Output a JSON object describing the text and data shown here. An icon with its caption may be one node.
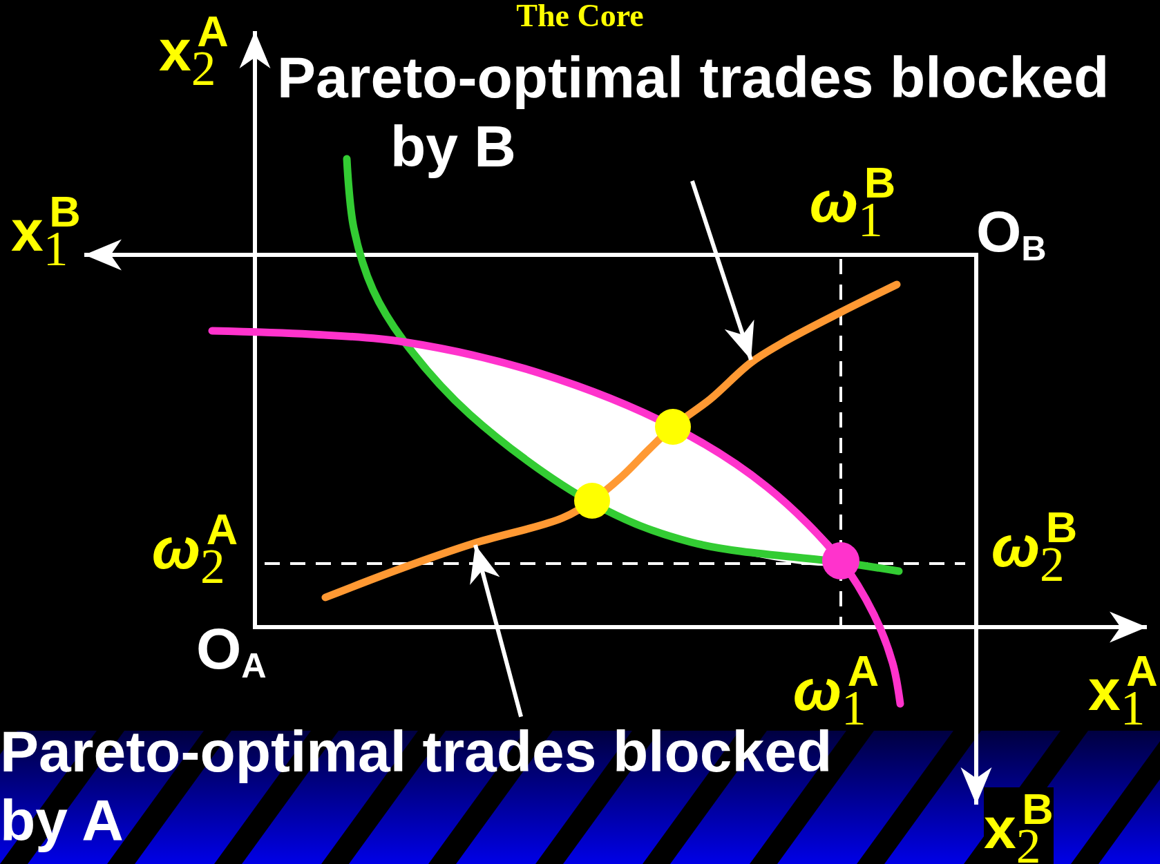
{
  "diagram": {
    "title": "The Core",
    "nodes": [
      {
        "text": [
          "Pareto-optimal trades blocked by B"
        ]
      },
      {
        "text": [
          "Pareto-optimal trades blocked by A"
        ]
      }
    ],
    "edges": [
      {
        "from": 0,
        "to": null,
        "arrow": "to"
      },
      {
        "from": 1,
        "to": null,
        "arrow": "to"
      }
    ],
    "labels": [
      "x$_{2}$$^{A}$",
      "x$_{1}$$^{B}$",
      "*ω*$_{1}$$^{B}$",
      "O$_{B}$",
      "*ω*$_{2}$$^{A}$",
      "*ω*$_{2}$$^{B}$",
      "O$_{A}$",
      "*ω*$_{1}$$^{A}$",
      "x$_{1}$$^{A}$",
      "x$_{2}$$^{B}$"
    ]
  }
}
